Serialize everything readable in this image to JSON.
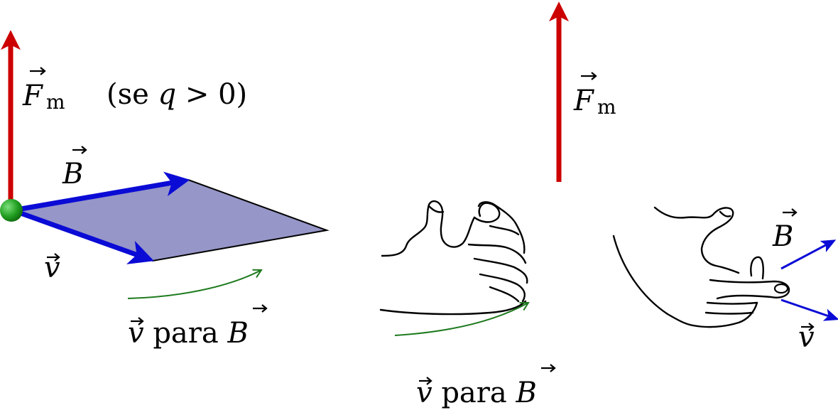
{
  "colors": {
    "force": "#cc0000",
    "vectors": "#0b0bd6",
    "plane": "#8f8fc8",
    "rotation": "#1e7a1e",
    "charge": "#22a022"
  },
  "left": {
    "force_symbol": "F",
    "force_subscript": "m",
    "condition_open": "(se ",
    "condition_var": "q",
    "condition_rest": " > 0)",
    "b_symbol": "B",
    "v_symbol": "v",
    "rotation_v": "v",
    "rotation_mid": " para ",
    "rotation_b": "B"
  },
  "middle": {
    "force_symbol": "F",
    "force_subscript": "m",
    "rotation_v": "v",
    "rotation_mid": " para ",
    "rotation_b": "B"
  },
  "right": {
    "b_symbol": "B",
    "v_symbol": "v"
  }
}
